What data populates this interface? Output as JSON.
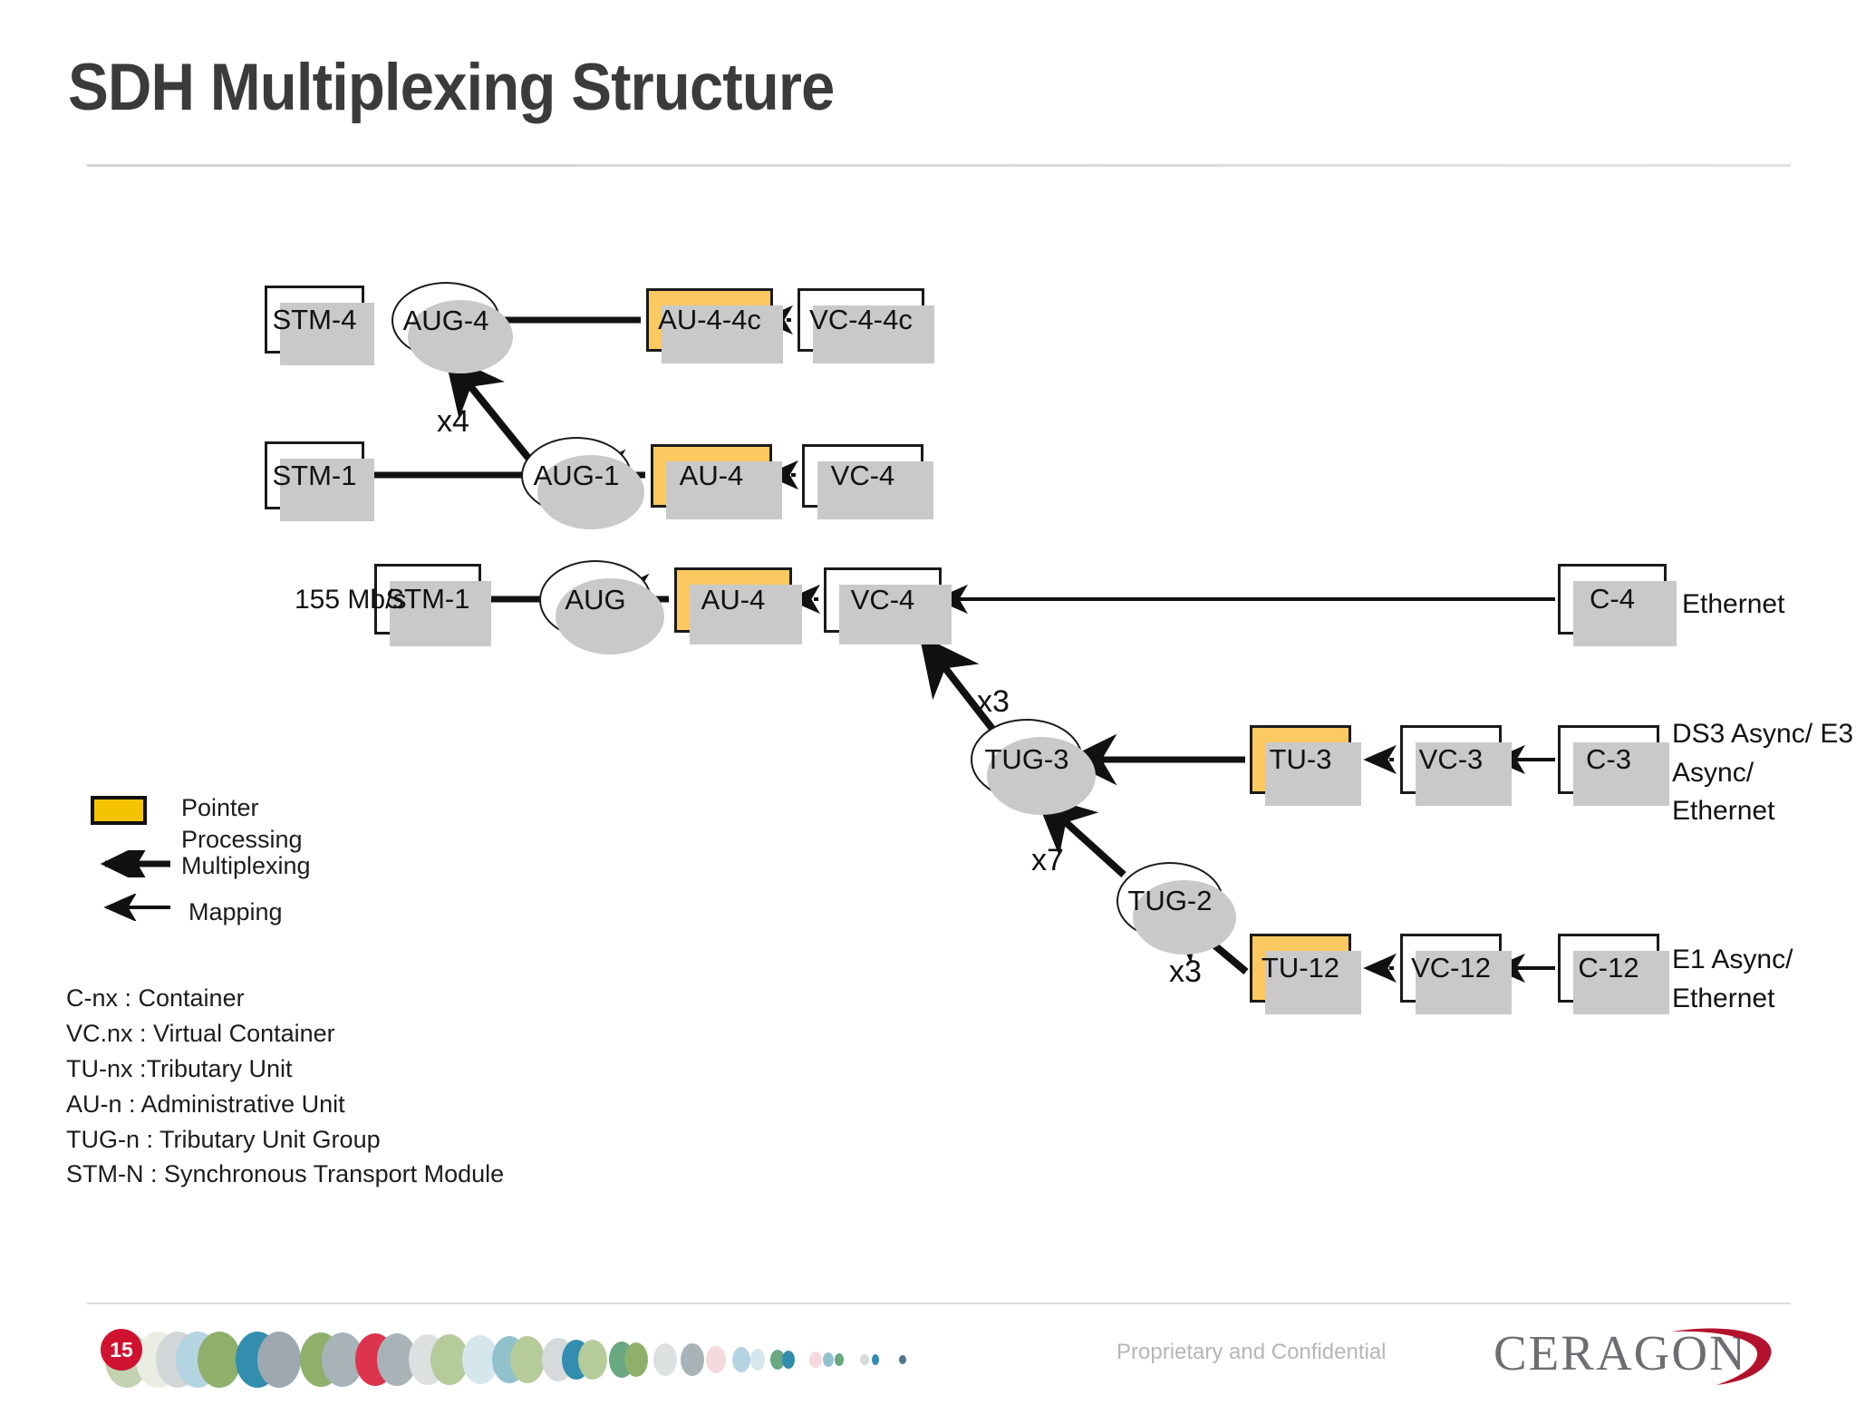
{
  "slide": {
    "title": "SDH Multiplexing Structure"
  },
  "diagram": {
    "nodes": {
      "stm4": {
        "label": "STM-4"
      },
      "aug4": {
        "label": "AUG-4"
      },
      "au44c": {
        "label": "AU-4-4c"
      },
      "vc44c": {
        "label": "VC-4-4c"
      },
      "stm1b": {
        "label": "STM-1"
      },
      "aug1": {
        "label": "AUG-1"
      },
      "au4b": {
        "label": "AU-4"
      },
      "vc4b": {
        "label": "VC-4"
      },
      "stm1c": {
        "label": "STM-1"
      },
      "aug": {
        "label": "AUG"
      },
      "au4c": {
        "label": "AU-4"
      },
      "vc4c": {
        "label": "VC-4"
      },
      "c4": {
        "label": "C-4"
      },
      "tug3": {
        "label": "TUG-3"
      },
      "tu3": {
        "label": "TU-3"
      },
      "vc3": {
        "label": "VC-3"
      },
      "c3": {
        "label": "C-3"
      },
      "tug2": {
        "label": "TUG-2"
      },
      "tu12": {
        "label": "TU-12"
      },
      "vc12": {
        "label": "VC-12"
      },
      "c12": {
        "label": "C-12"
      }
    },
    "multiplier_labels": {
      "x4": "x4",
      "x3_vc4": "x3",
      "x7": "x7",
      "x3_tu12": "x3"
    },
    "rate_label": "155 Mb/s",
    "side_labels": {
      "ethernet": "Ethernet",
      "ds3": "DS3 Async/\nE3 Async/\nEthernet",
      "e1": "E1 Async/\nEthernet"
    }
  },
  "legend": {
    "pointer_processing": "Pointer\nProcessing",
    "multiplexing": "Multiplexing",
    "mapping": "Mapping",
    "swatch_color": "#f5c400"
  },
  "abbreviations": [
    "C-nx : Container",
    "VC.nx : Virtual Container",
    "TU-nx :Tributary Unit",
    "AU-n : Administrative Unit",
    "TUG-n : Tributary Unit Group",
    "STM-N : Synchronous Transport Module"
  ],
  "footer": {
    "page_number": "15",
    "confidential": "Proprietary and Confidential",
    "logo_text": "CERAGON",
    "badge_color": "#cf1230",
    "logo_color": "#6d6e71",
    "swoosh_color": "#b3122c"
  },
  "colors": {
    "pointer_box": "#fbc95f",
    "node_border": "#1a1a1a",
    "shadow": "#c9c9c9",
    "title": "#3b3b3b"
  }
}
